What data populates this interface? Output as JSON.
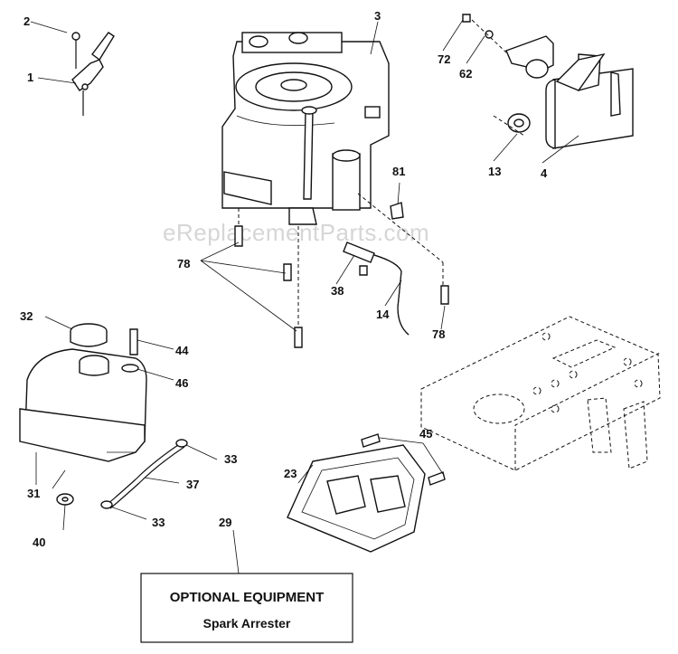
{
  "watermark": "eReplacementParts.com",
  "callouts": {
    "c1": "1",
    "c2": "2",
    "c3": "3",
    "c4": "4",
    "c13": "13",
    "c14": "14",
    "c23": "23",
    "c29": "29",
    "c31": "31",
    "c32": "32",
    "c33a": "33",
    "c33b": "33",
    "c37": "37",
    "c38": "38",
    "c40": "40",
    "c44": "44",
    "c45": "45",
    "c46": "46",
    "c62": "62",
    "c72": "72",
    "c78a": "78",
    "c78b": "78",
    "c81": "81"
  },
  "optional_box": {
    "title": "OPTIONAL EQUIPMENT",
    "subtitle": "Spark Arrester"
  }
}
